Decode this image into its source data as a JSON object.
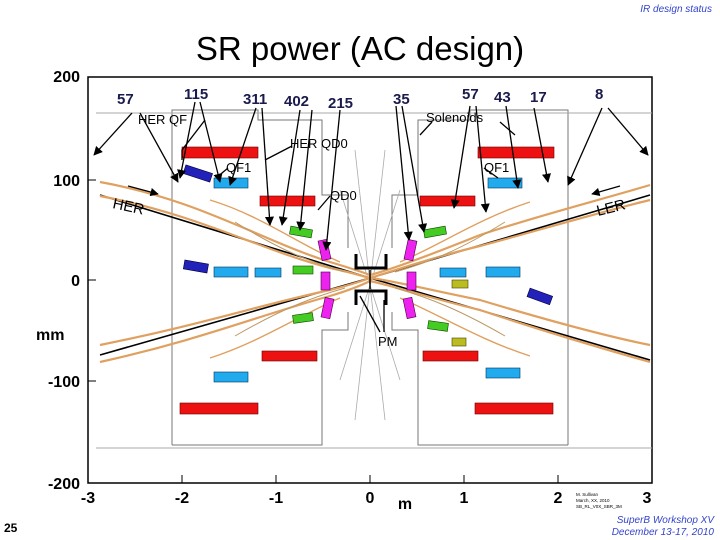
{
  "header": {
    "top_right": "IR design status"
  },
  "title": "SR power (AC design)",
  "axes": {
    "y_ticks": [
      "200",
      "100",
      "0",
      "-100",
      "-200"
    ],
    "y_unit": "mm",
    "x_ticks": [
      "-3",
      "-2",
      "-1",
      "0",
      "1",
      "2",
      "3"
    ],
    "x_unit": "m"
  },
  "power_labels": [
    "57",
    "115",
    "311",
    "402",
    "215",
    "35",
    "57",
    "43",
    "17",
    "8"
  ],
  "magnet_labels": {
    "her_qf": "HER QF",
    "her_qd0": "HER QD0",
    "qf1_left": "QF1",
    "qf1_right": "QF1",
    "qd0": "QD0",
    "solenoids": "Solenoids",
    "pm": "PM"
  },
  "beam_labels": {
    "her": "HER",
    "ler": "LER"
  },
  "credit": [
    "M. Sullivan",
    "March, XX, 2010",
    "SB_RL_V0X_SBR_3M"
  ],
  "page_number": "25",
  "footer": {
    "line1": "SuperB Workshop XV",
    "line2": "December 13-17, 2010"
  },
  "colors": {
    "power_label": "#1a1a4d",
    "magnet_red": "#ee1111",
    "magnet_cyan": "#22aaee",
    "magnet_blue": "#2222bb",
    "magnet_green": "#44cc22",
    "magnet_magenta": "#ee22ee",
    "magnet_yellow": "#bbbb22",
    "beam_envelope": "#e0a060",
    "footer_text": "#3344cc"
  }
}
